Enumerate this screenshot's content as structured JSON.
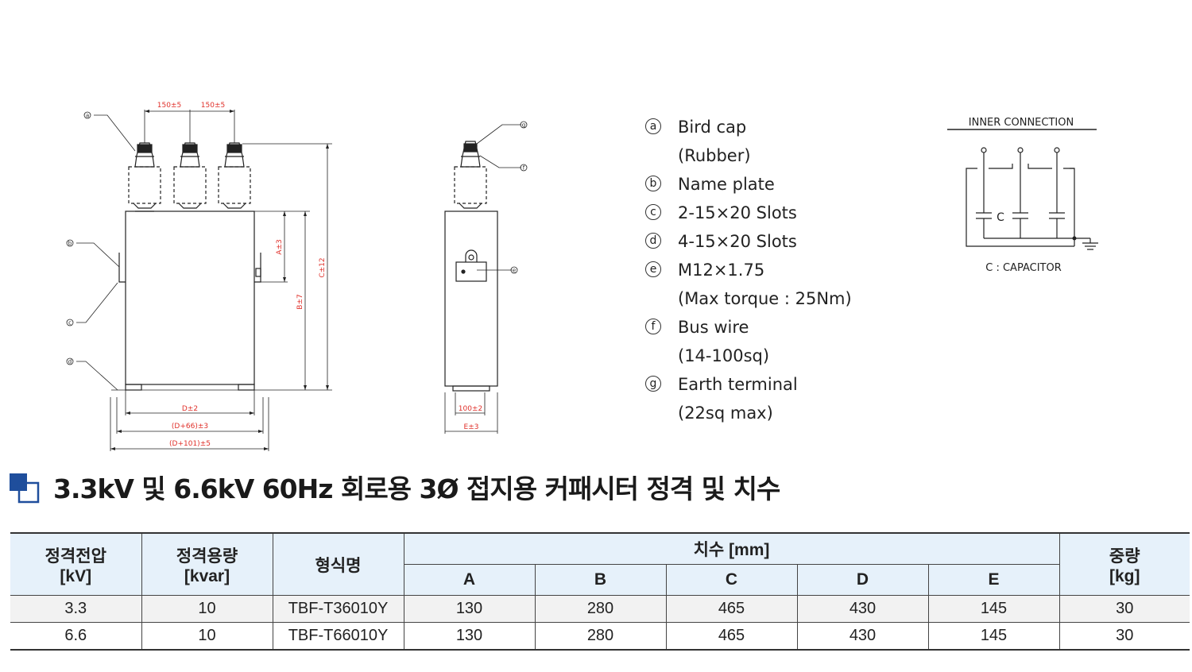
{
  "drawing": {
    "dims_front": {
      "pitch1": "150±5",
      "pitch2": "150±5",
      "a": "A±3",
      "b": "B±7",
      "c": "C±12",
      "d": "D±2",
      "d66": "(D+66)±3",
      "d101": "(D+101)±5"
    },
    "dims_side": {
      "w100": "100±2",
      "e": "E±3"
    },
    "markers_front": [
      "a",
      "b",
      "c",
      "d"
    ],
    "markers_side": [
      "g",
      "f",
      "e"
    ]
  },
  "legend": [
    {
      "mark": "a",
      "label": "Bird cap",
      "sub": "(Rubber)"
    },
    {
      "mark": "b",
      "label": "Name plate",
      "sub": ""
    },
    {
      "mark": "c",
      "label": "2-15×20 Slots",
      "sub": ""
    },
    {
      "mark": "d",
      "label": "4-15×20 Slots",
      "sub": ""
    },
    {
      "mark": "e",
      "label": "M12×1.75",
      "sub": "(Max torque : 25Nm)"
    },
    {
      "mark": "f",
      "label": "Bus wire",
      "sub": "(14-100sq)"
    },
    {
      "mark": "g",
      "label": "Earth terminal",
      "sub": "(22sq max)"
    }
  ],
  "inner_connection": {
    "title": "INNER CONNECTION",
    "cap_label": "C",
    "caption": "C : CAPACITOR"
  },
  "section_title": "3.3kV 및 6.6kV 60Hz 회로용 3Ø 접지용 커패시터 정격 및 치수",
  "table": {
    "headers": {
      "voltage": [
        "정격전압",
        "[kV]"
      ],
      "capacity": [
        "정격용량",
        "[kvar]"
      ],
      "model": "형식명",
      "dimensions": "치수 [mm]",
      "dim_cols": [
        "A",
        "B",
        "C",
        "D",
        "E"
      ],
      "weight": [
        "중량",
        "[kg]"
      ]
    },
    "rows": [
      {
        "voltage": "3.3",
        "capacity": "10",
        "model": "TBF-T36010Y",
        "A": "130",
        "B": "280",
        "C": "465",
        "D": "430",
        "E": "145",
        "weight": "30"
      },
      {
        "voltage": "6.6",
        "capacity": "10",
        "model": "TBF-T66010Y",
        "A": "130",
        "B": "280",
        "C": "465",
        "D": "430",
        "E": "145",
        "weight": "30"
      }
    ]
  },
  "colors": {
    "dimension_red": "#e0302a",
    "accent_blue": "#1f4e9c",
    "header_bg": "#e6f1fa"
  }
}
